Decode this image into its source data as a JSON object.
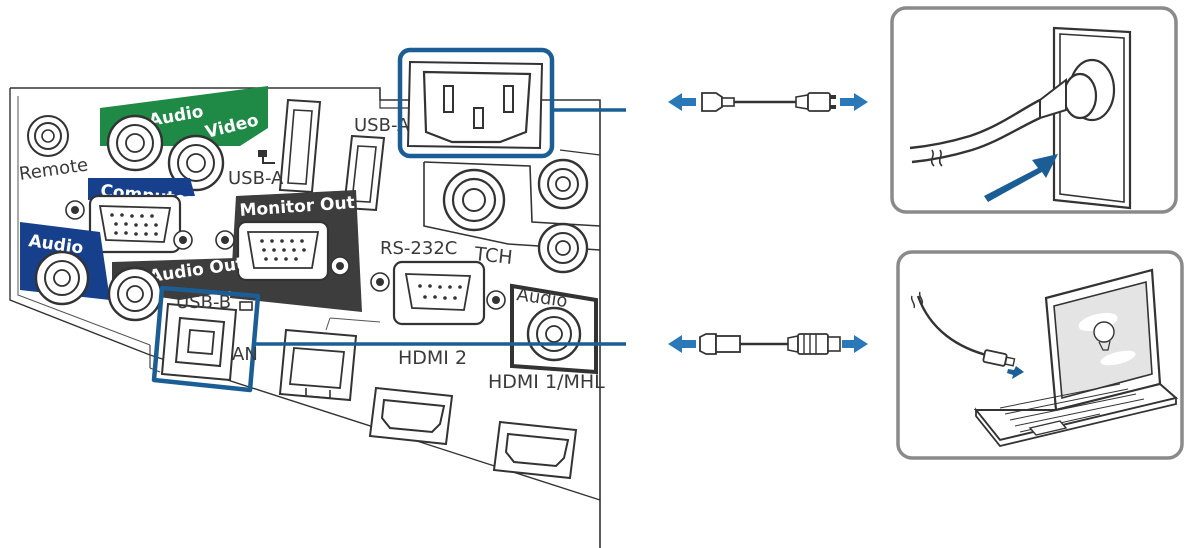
{
  "ports": {
    "remote": "Remote",
    "audio_green": "Audio",
    "video": "Video",
    "computer": "Computer",
    "usb_a_left": "USB-A",
    "usb_a_right": "USB-A",
    "monitor_out": "Monitor Out",
    "audio_blue": "Audio",
    "audio_out": "Audio Out",
    "usb_b": "USB-B",
    "lan": "AN",
    "rs232c": "RS-232C",
    "tch": "TCH",
    "audio_right": "Audio",
    "hdmi2": "HDMI 2",
    "hdmi1": "HDMI 1/MHL"
  },
  "colors": {
    "highlight": "#1b5e96",
    "arrow": "#2a78b8",
    "green_label": "#1e8a45",
    "blue_label": "#163f8c",
    "dark_label": "#3d3d3d",
    "panel_border": "#8a8a8a",
    "line": "#333333"
  },
  "icons": {
    "power_outlet": "wall-outlet-with-plug-icon",
    "laptop": "laptop-computer-icon",
    "power_cable": "power-cable-icon",
    "usb_cable": "usb-cable-icon"
  }
}
